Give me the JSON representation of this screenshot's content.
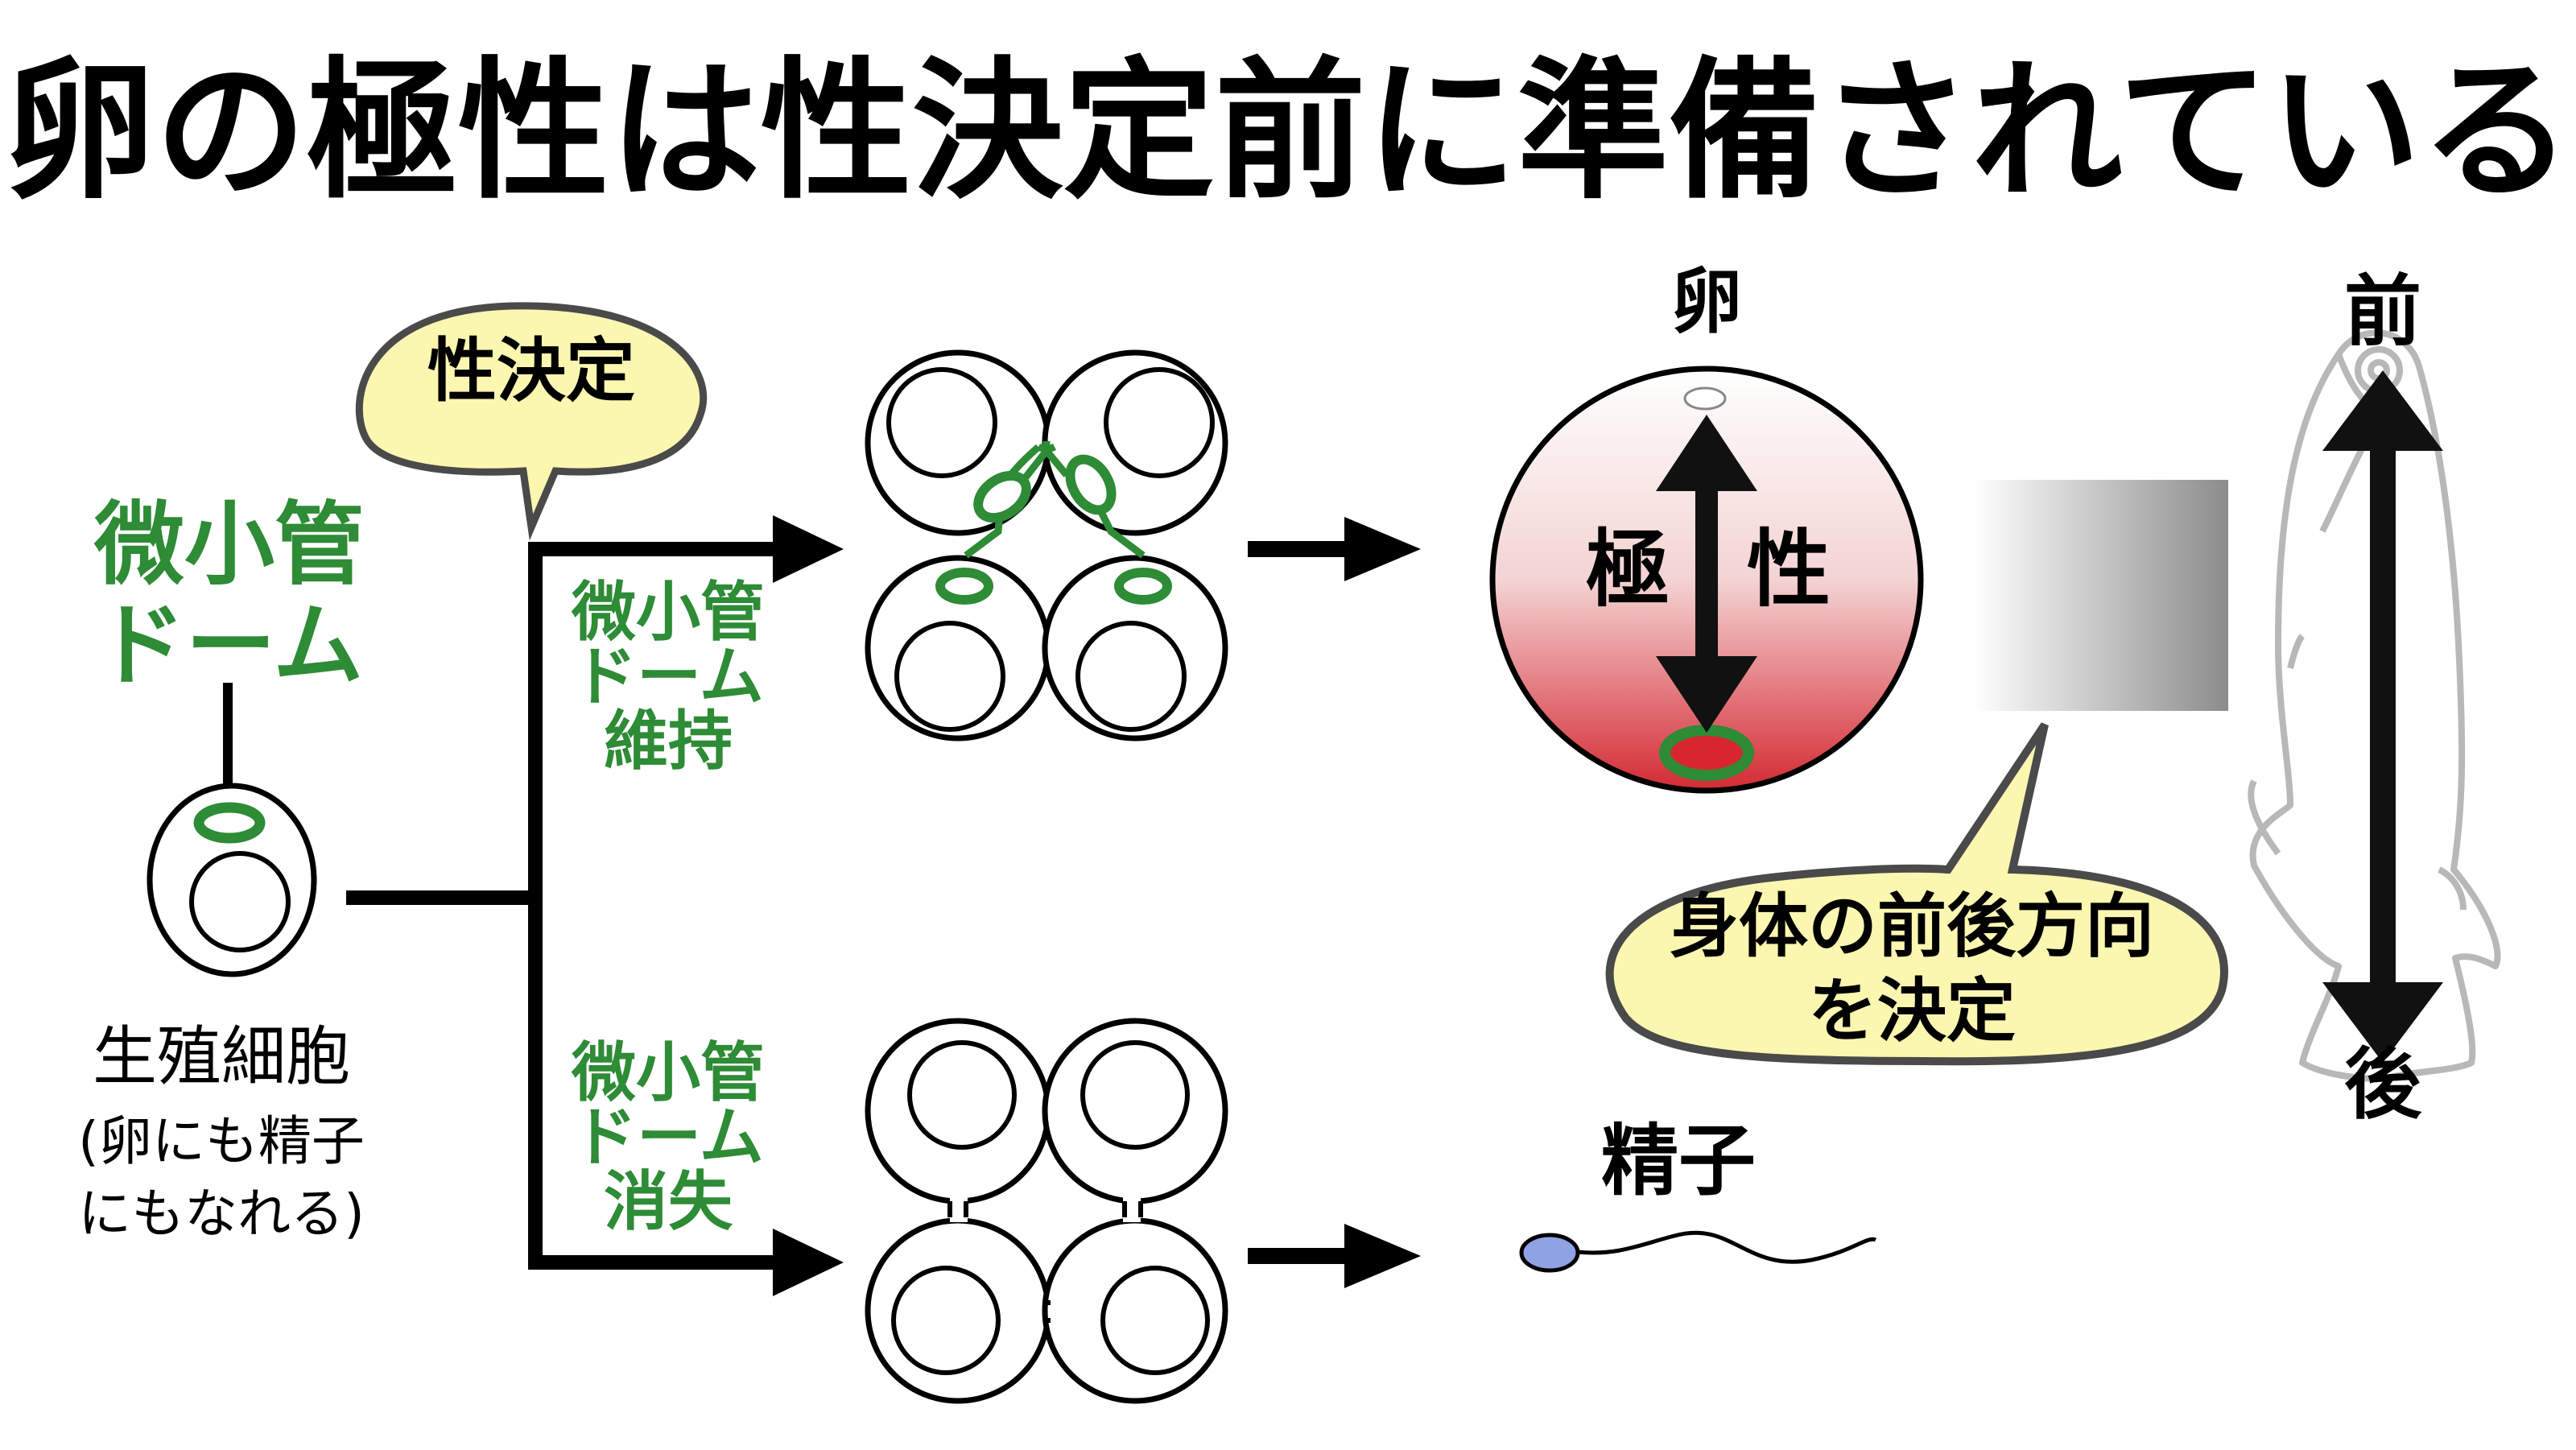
{
  "title": "卵の極性は性決定前に準備されている",
  "bubble_sex_determination": "性決定",
  "microtubule_dome": {
    "line1": "微小管",
    "line2": "ドーム"
  },
  "maintained": {
    "line1": "微小管",
    "line2": "ドーム",
    "line3": "維持"
  },
  "lost": {
    "line1": "微小管",
    "line2": "ドーム",
    "line3": "消失"
  },
  "germ_cell": {
    "line1": "生殖細胞",
    "line2": "(卵にも精子",
    "line3": "にもなれる)"
  },
  "egg_label": "卵",
  "polarity": {
    "left": "極",
    "right": "性"
  },
  "sperm_label": "精子",
  "body_axis_bubble": {
    "line1": "身体の前後方向",
    "line2": "を決定"
  },
  "axis": {
    "anterior": "前",
    "posterior": "後"
  },
  "colors": {
    "green": "#2e8b36",
    "bubble_fill": "#fbf6b0",
    "egg_red": "#d8262f",
    "sperm_head": "#8ea2e4",
    "fish_outline": "#b8b8b8"
  },
  "icons": [
    "arrow-right-icon",
    "double-arrow-icon",
    "fish-illustration",
    "sperm-illustration"
  ]
}
